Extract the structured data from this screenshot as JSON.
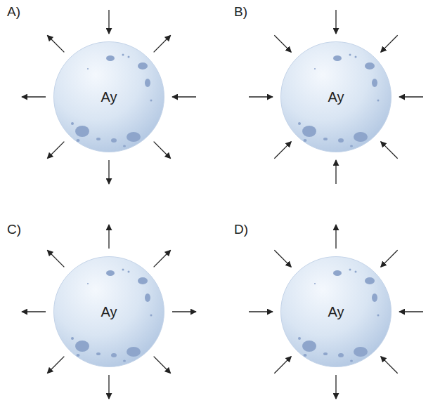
{
  "diagram": {
    "nodes": [
      {
        "text": [
          "Ay"
        ]
      },
      {
        "text": [
          "Ay"
        ]
      },
      {
        "text": [
          "Ay"
        ]
      },
      {
        "text": [
          "Ay"
        ]
      }
    ],
    "labels": [
      "A)",
      "B)",
      "C)",
      "D)"
    ]
  }
}
